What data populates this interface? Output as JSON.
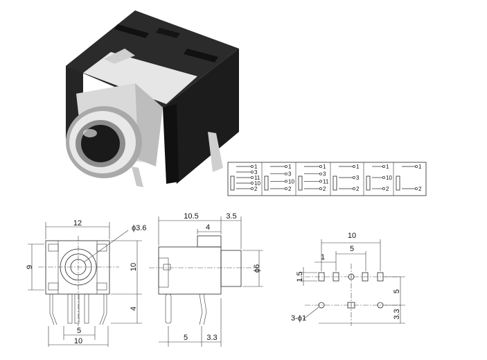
{
  "schematic": {
    "symbols": [
      {
        "pins": [
          "1",
          "3",
          "11",
          "10",
          "2"
        ]
      },
      {
        "pins": [
          "1",
          "3",
          "10",
          "2"
        ]
      },
      {
        "pins": [
          "1",
          "3",
          "11",
          "2"
        ]
      },
      {
        "pins": [
          "1",
          "3",
          "2"
        ]
      },
      {
        "pins": [
          "1",
          "10",
          "2"
        ]
      },
      {
        "pins": [
          "1",
          "2"
        ]
      }
    ]
  },
  "front_view": {
    "width_top": "12",
    "diameter": "ϕ3.6",
    "height_left": "9",
    "height_right": "10",
    "pin_length": "4",
    "pin_spacing": "5",
    "width_bottom": "10"
  },
  "side_view": {
    "length_top": "10.5",
    "offset_top": "3.5",
    "plug_width": "4",
    "jack_diameter": "ϕ6",
    "pin_offset_bottom": "5",
    "pin_gap_bottom": "3.3"
  },
  "pcb_layout": {
    "overall": "10",
    "pitch_inner": "5",
    "small_pitch": "1",
    "pad_height": "1.5",
    "row_spacing": "5",
    "bottom_offset": "3.3",
    "hole_label": "3-ϕ1"
  }
}
